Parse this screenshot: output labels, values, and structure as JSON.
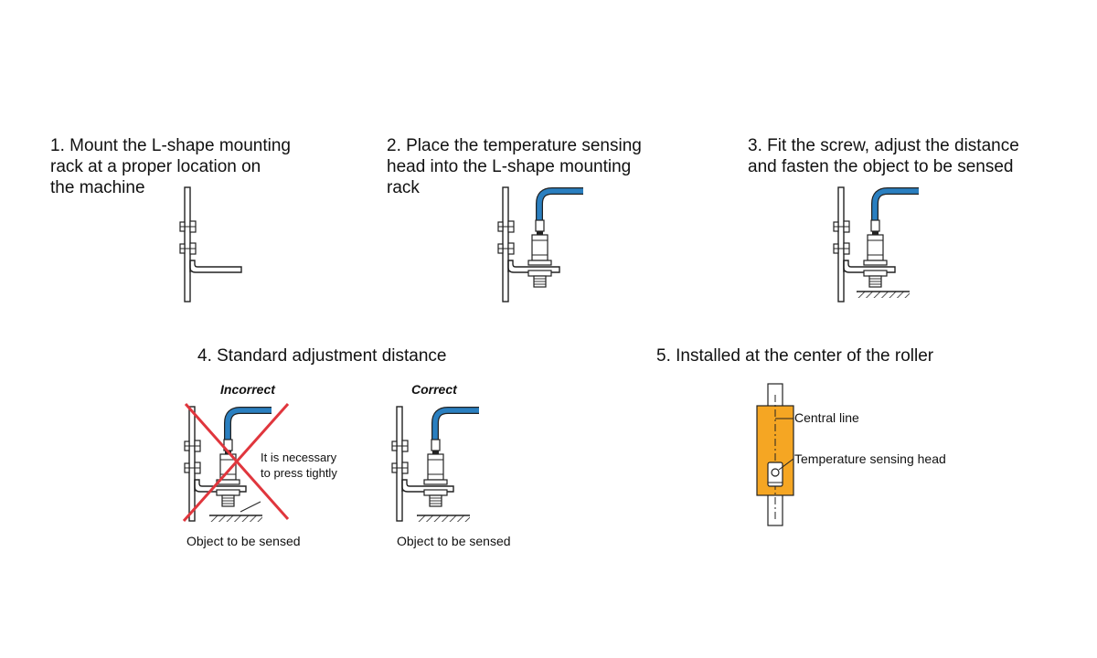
{
  "step1": {
    "title": "1. Mount the L-shape mounting\n    rack at a proper location on\n    the machine"
  },
  "step2": {
    "title": "2. Place the temperature sensing\n    head into the L-shape mounting\n    rack"
  },
  "step3": {
    "title": "3. Fit the screw, adjust the distance\n    and fasten the object to be sensed"
  },
  "step4": {
    "title": "4. Standard adjustment distance",
    "incorrect": {
      "label": "Incorrect",
      "note": "It is necessary\nto press tightly",
      "caption": "Object to be sensed"
    },
    "correct": {
      "label": "Correct",
      "caption": "Object to be sensed"
    }
  },
  "step5": {
    "title": "5. Installed at the center of the roller",
    "central_line_label": "Central line",
    "sensing_head_label": "Temperature sensing head"
  },
  "colors": {
    "cable": "#2a7fc0",
    "roller": "#f5a623",
    "cross": "#e0363d",
    "line": "#222222"
  }
}
